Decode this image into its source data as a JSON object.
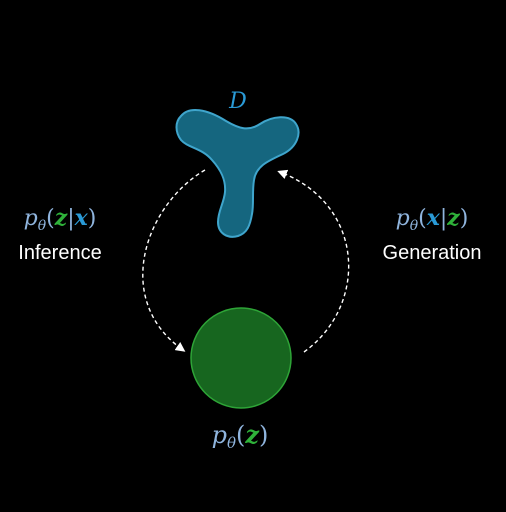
{
  "dataset": {
    "label": "D",
    "fill_color": "#15667f",
    "stroke_color": "#3fa5cc",
    "label_color": "#2a9ad6"
  },
  "latent": {
    "fill_color": "#17661f",
    "stroke_color": "#2ea437"
  },
  "inference": {
    "label": "Inference",
    "formula": {
      "p": "p",
      "theta": "θ",
      "open": "(",
      "first": "z",
      "bar": "|",
      "second": "x",
      "close": ")"
    }
  },
  "generation": {
    "label": "Generation",
    "formula": {
      "p": "p",
      "theta": "θ",
      "open": "(",
      "first": "x",
      "bar": "|",
      "second": "z",
      "close": ")"
    }
  },
  "prior": {
    "formula": {
      "p": "p",
      "theta": "θ",
      "open": "(",
      "var": "z",
      "close": ")"
    }
  },
  "colors": {
    "background": "#000000",
    "formula_text": "#8fb4dd",
    "x_variable": "#2a9ad6",
    "z_variable": "#2fb23a",
    "label_text": "#ffffff",
    "arrow": "#ffffff"
  }
}
